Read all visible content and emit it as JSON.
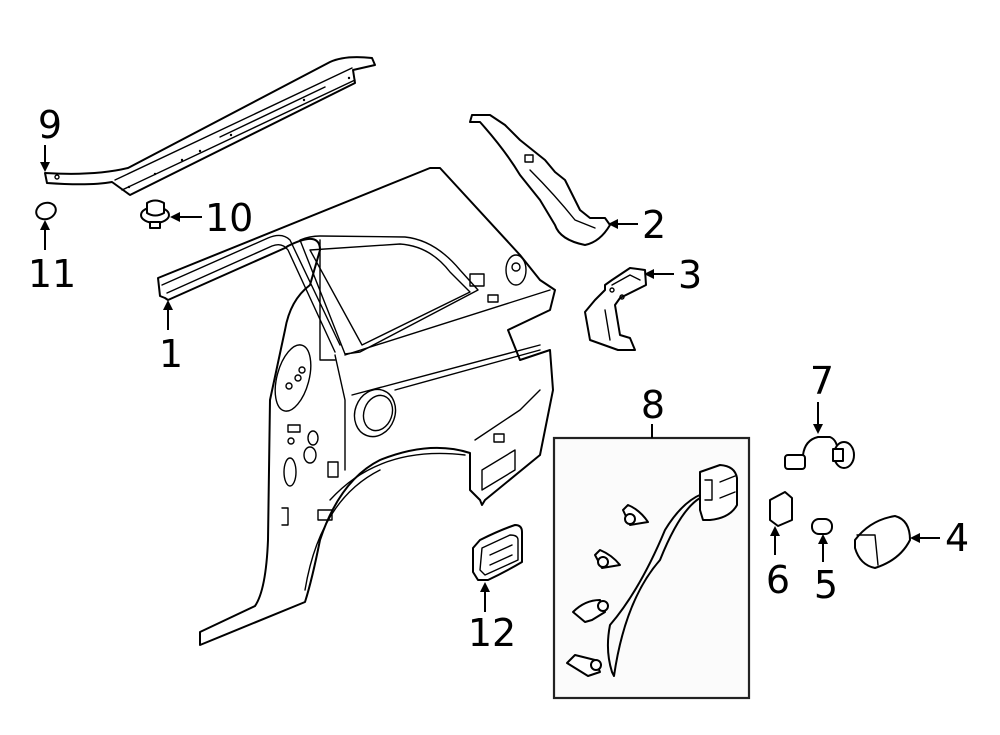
{
  "diagram": {
    "line_color": "#000000",
    "background": "#ffffff",
    "callouts": [
      {
        "id": "1",
        "part": "quarter-panel"
      },
      {
        "id": "2",
        "part": "upper-reinforcement"
      },
      {
        "id": "3",
        "part": "bracket"
      },
      {
        "id": "4",
        "part": "fuel-door"
      },
      {
        "id": "5",
        "part": "bumper"
      },
      {
        "id": "6",
        "part": "spring"
      },
      {
        "id": "7",
        "part": "release-cable"
      },
      {
        "id": "8",
        "part": "fuel-door-opener-assembly"
      },
      {
        "id": "9",
        "part": "rail-molding"
      },
      {
        "id": "10",
        "part": "grommet"
      },
      {
        "id": "11",
        "part": "plug"
      },
      {
        "id": "12",
        "part": "housing"
      }
    ]
  }
}
